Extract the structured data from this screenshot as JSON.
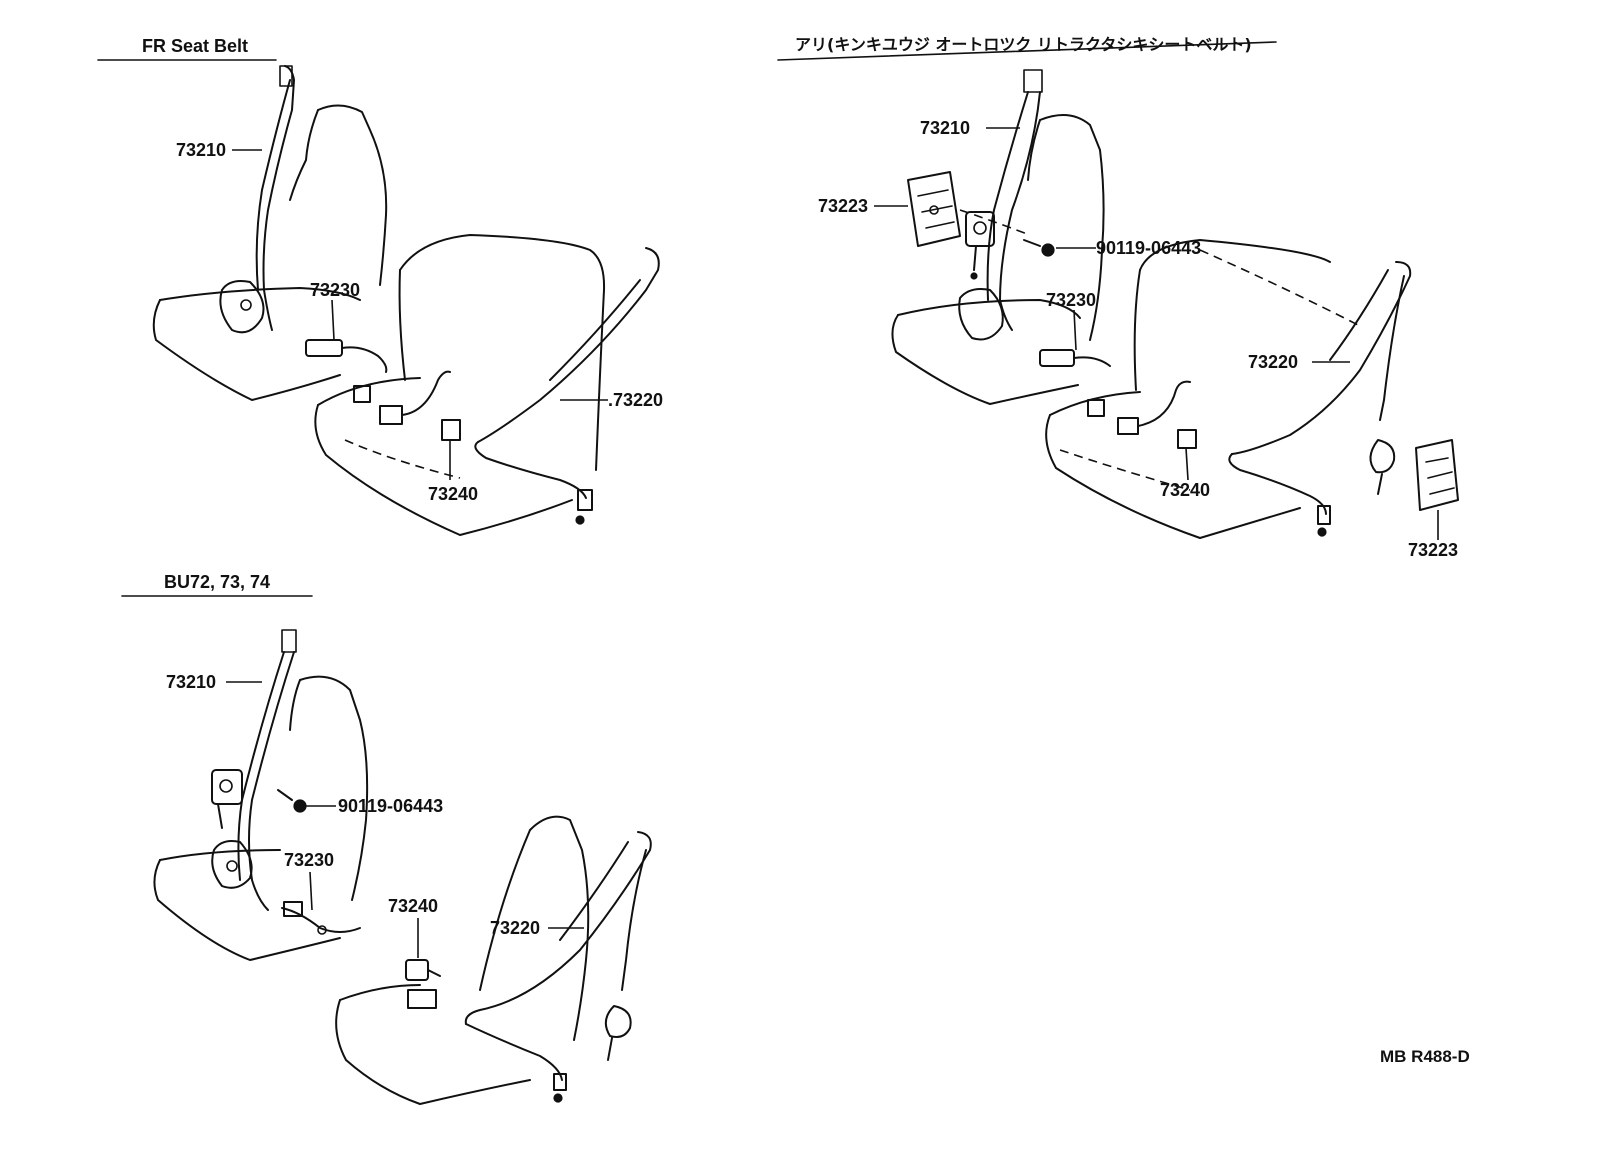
{
  "sections": {
    "fr": {
      "title": "FR Seat Belt"
    },
    "autolock": {
      "title": "アリ(キンキユウジ オートロツク リトラクタシキシートベルト)"
    },
    "bu": {
      "title": "BU72, 73, 74"
    }
  },
  "parts": {
    "fr_73210": "73210",
    "fr_73230": "73230",
    "fr_73220": ".73220",
    "fr_73240": "73240",
    "al_73210": "73210",
    "al_73223_left": "73223",
    "al_90119": "90119-06443",
    "al_73230": "73230",
    "al_73220": "73220",
    "al_73240": "73240",
    "al_73223_right": "73223",
    "bu_73210": "73210",
    "bu_90119": "90119-06443",
    "bu_73230": "73230",
    "bu_73240": "73240",
    "bu_73220": "73220"
  },
  "footer": {
    "code": "MB R488-D"
  }
}
